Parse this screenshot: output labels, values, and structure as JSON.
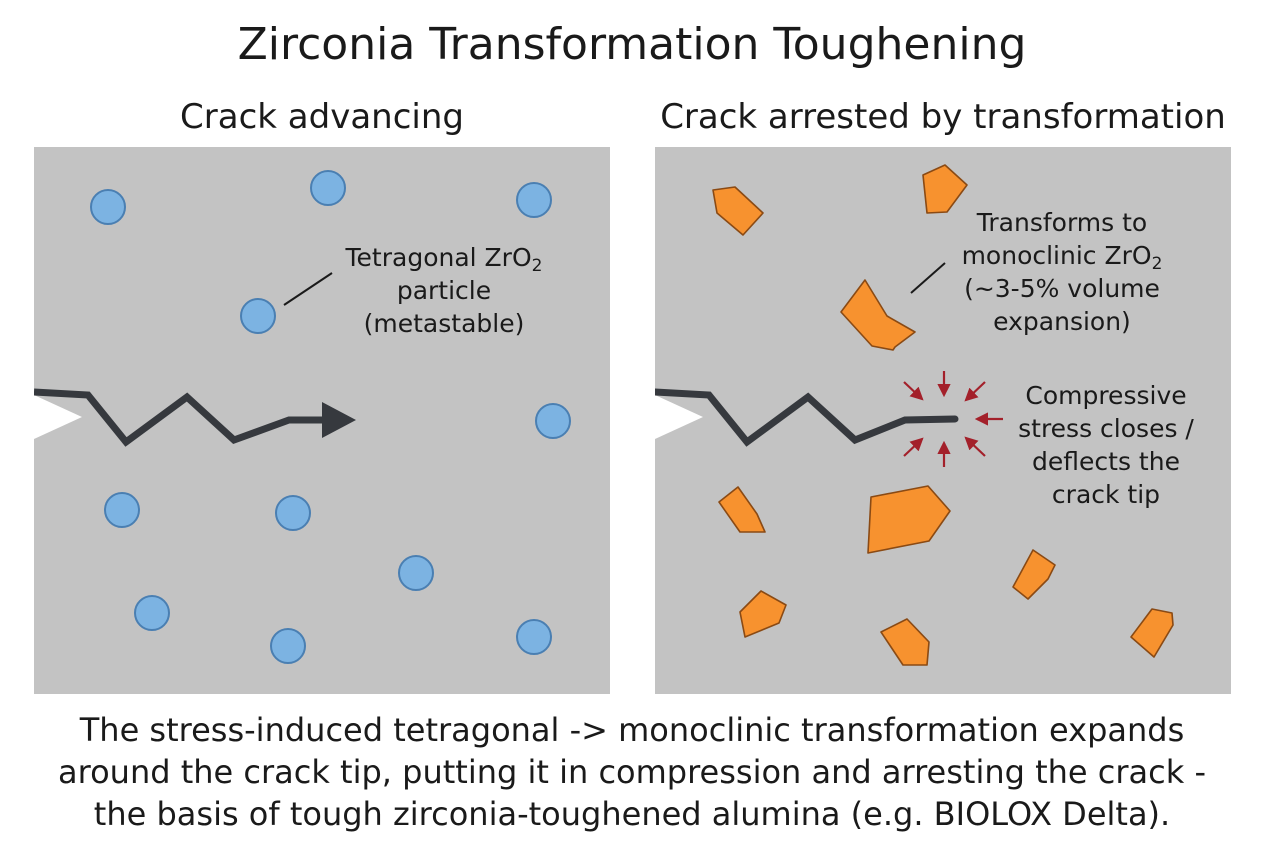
{
  "title": "Zirconia Transformation Toughening",
  "left_panel": {
    "title": "Crack advancing",
    "label": {
      "line1_main": "Tetragonal ZrO",
      "line1_sub": "2",
      "line2": "particle",
      "line3": "(metastable)"
    }
  },
  "right_panel": {
    "title": "Crack arrested by transformation",
    "label_transform": {
      "line1": "Transforms to",
      "line2_main": "monoclinic ZrO",
      "line2_sub": "2",
      "line3": "(~3-5% volume",
      "line4": "expansion)"
    },
    "label_stress": {
      "line1": "Compressive",
      "line2": "stress closes /",
      "line3": "deflects the",
      "line4": "crack tip"
    }
  },
  "caption": {
    "line1": "The stress-induced tetragonal -> monoclinic transformation expands",
    "line2": "around the crack tip, putting it in compression and arresting the crack -",
    "line3": "the basis of tough zirconia-toughened alumina (e.g. BIOLOX Delta)."
  },
  "colors": {
    "matrix": "#c3c3c3",
    "tetragonal_particle": "#7cb3e2",
    "monoclinic_particle": "#f7922f",
    "crack": "#36393e",
    "compression_arrow": "#a3202a"
  }
}
